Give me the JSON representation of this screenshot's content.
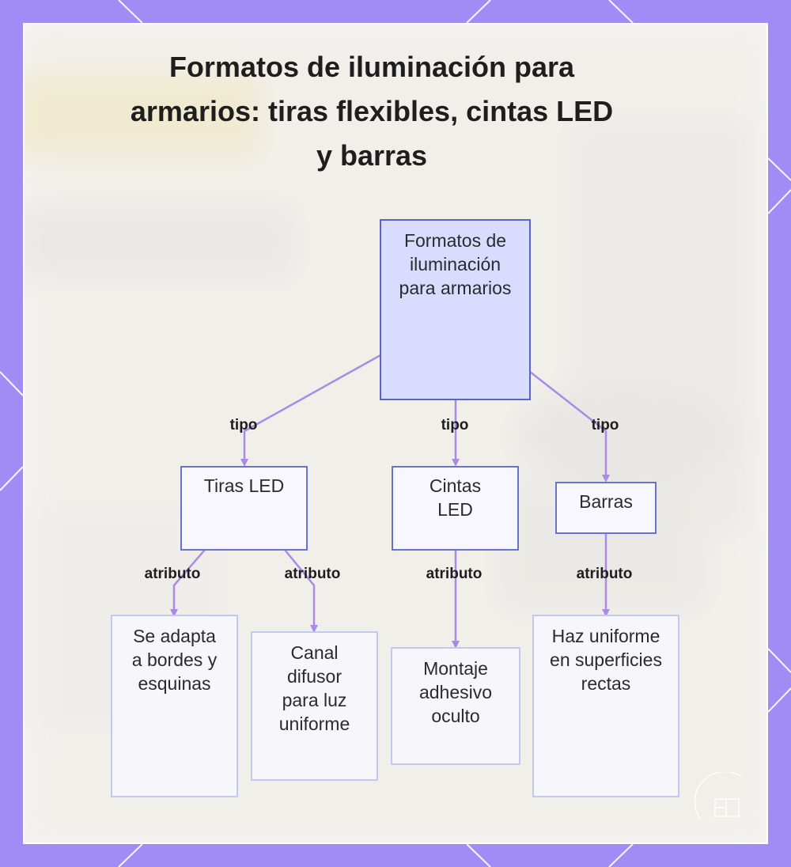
{
  "title": "Formatos de iluminación para armarios: tiras flexibles, cintas LED y barras",
  "nodes": {
    "root": "Formatos de iluminación para armarios",
    "tiras": "Tiras LED",
    "cintas": "Cintas LED",
    "barras": "Barras",
    "bordes": "Se adapta a bordes y esquinas",
    "canal": "Canal difusor para luz uniforme",
    "montaje": "Montaje adhesivo oculto",
    "haz": "Haz uniforme en superficies rectas"
  },
  "edge_labels": {
    "tipo": "tipo",
    "atributo": "atributo"
  },
  "colors": {
    "frame": "#a18bf5",
    "edge": "#a98be6",
    "root_fill": "#d9dbff",
    "root_border": "#5a63c6",
    "type_border": "#6a72cf",
    "attr_border": "#c3c9ee"
  }
}
